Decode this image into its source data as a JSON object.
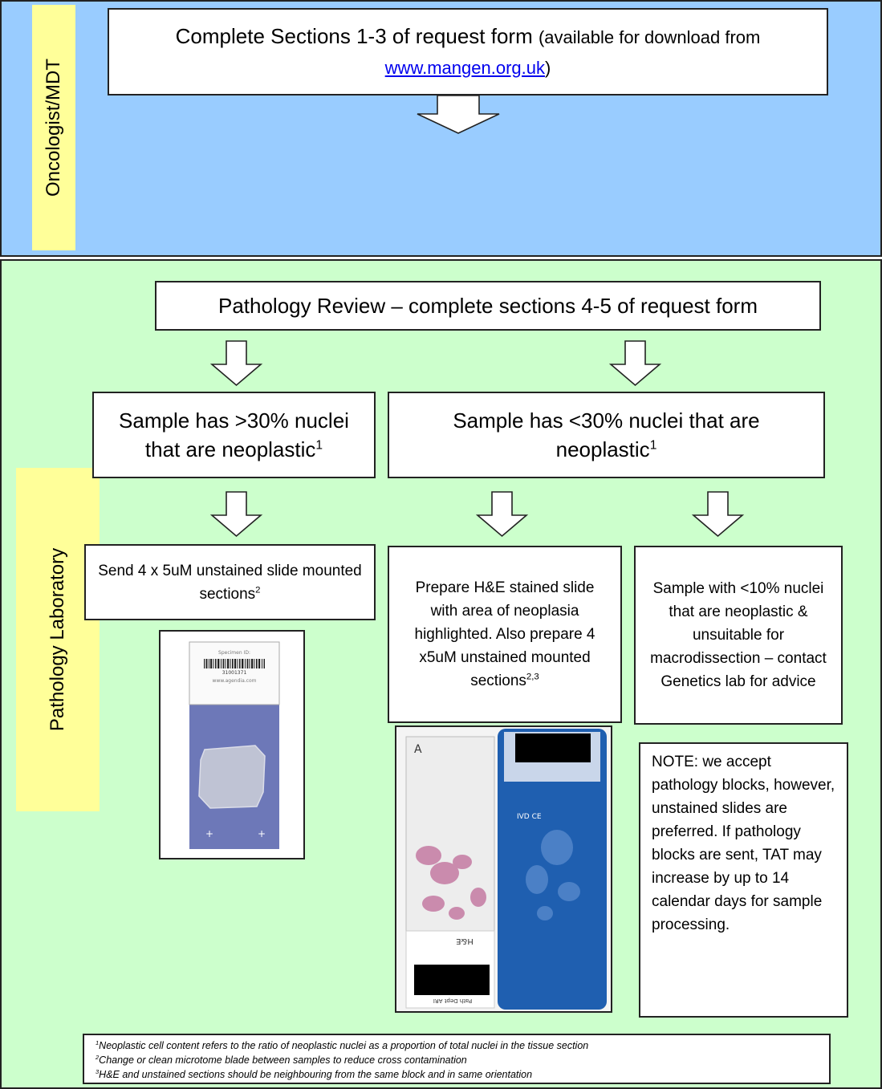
{
  "sections": {
    "oncology_label": "Oncologist/MDT",
    "lab_label": "Pathology Laboratory"
  },
  "steps": {
    "request_form_text": "Complete Sections 1-3 of request form",
    "request_form_note": "(available for download from",
    "request_form_link": "www.mangen.org.uk",
    "request_form_close": ")",
    "pathology_review": "Pathology Review – complete sections 4-5 of request form",
    "high_nuclei": "Sample has >30% nuclei that are neoplastic",
    "high_nuclei_sup": "1",
    "low_nuclei": "Sample has <30% nuclei that are neoplastic",
    "low_nuclei_sup": "1",
    "send_slides": "Send 4 x 5uM unstained slide mounted sections",
    "send_slides_sup": "2",
    "prepare_he": "Prepare H&E stained slide with area of neoplasia highlighted. Also prepare 4 x5uM unstained mounted sections",
    "prepare_he_sup": "2,3",
    "very_low": "Sample with <10% nuclei that are neoplastic & unsuitable for macrodissection – contact Genetics lab for advice",
    "note": "NOTE: we accept pathology blocks, however, unstained slides are preferred. If pathology blocks are sent, TAT may increase by up to 14 calendar days for sample processing."
  },
  "slide_images": {
    "unstained_slide": {
      "label_header": "Specimen ID:",
      "barcode_number": "31001371",
      "label_url": "www.agendia.com"
    },
    "he_slide": {
      "panel_letter": "A",
      "he_label": "H&E",
      "path_label": "Path Dept ARI",
      "ivd_label": "IVD CE"
    }
  },
  "footnotes": [
    {
      "sup": "1",
      "text": "Neoplastic cell content refers to the ratio of neoplastic nuclei as a proportion of total nuclei in the tissue section"
    },
    {
      "sup": "2",
      "text": "Change or clean microtome blade between samples to reduce cross contamination"
    },
    {
      "sup": "3",
      "text": "H&E and unstained sections should be neighbouring from the same block and in same orientation"
    }
  ],
  "colors": {
    "oncology_bg": "#99ccff",
    "lab_bg": "#ccffcc",
    "label_bg": "#ffff99",
    "link": "#0000ee",
    "slide_blue": "#1f5fb0"
  }
}
